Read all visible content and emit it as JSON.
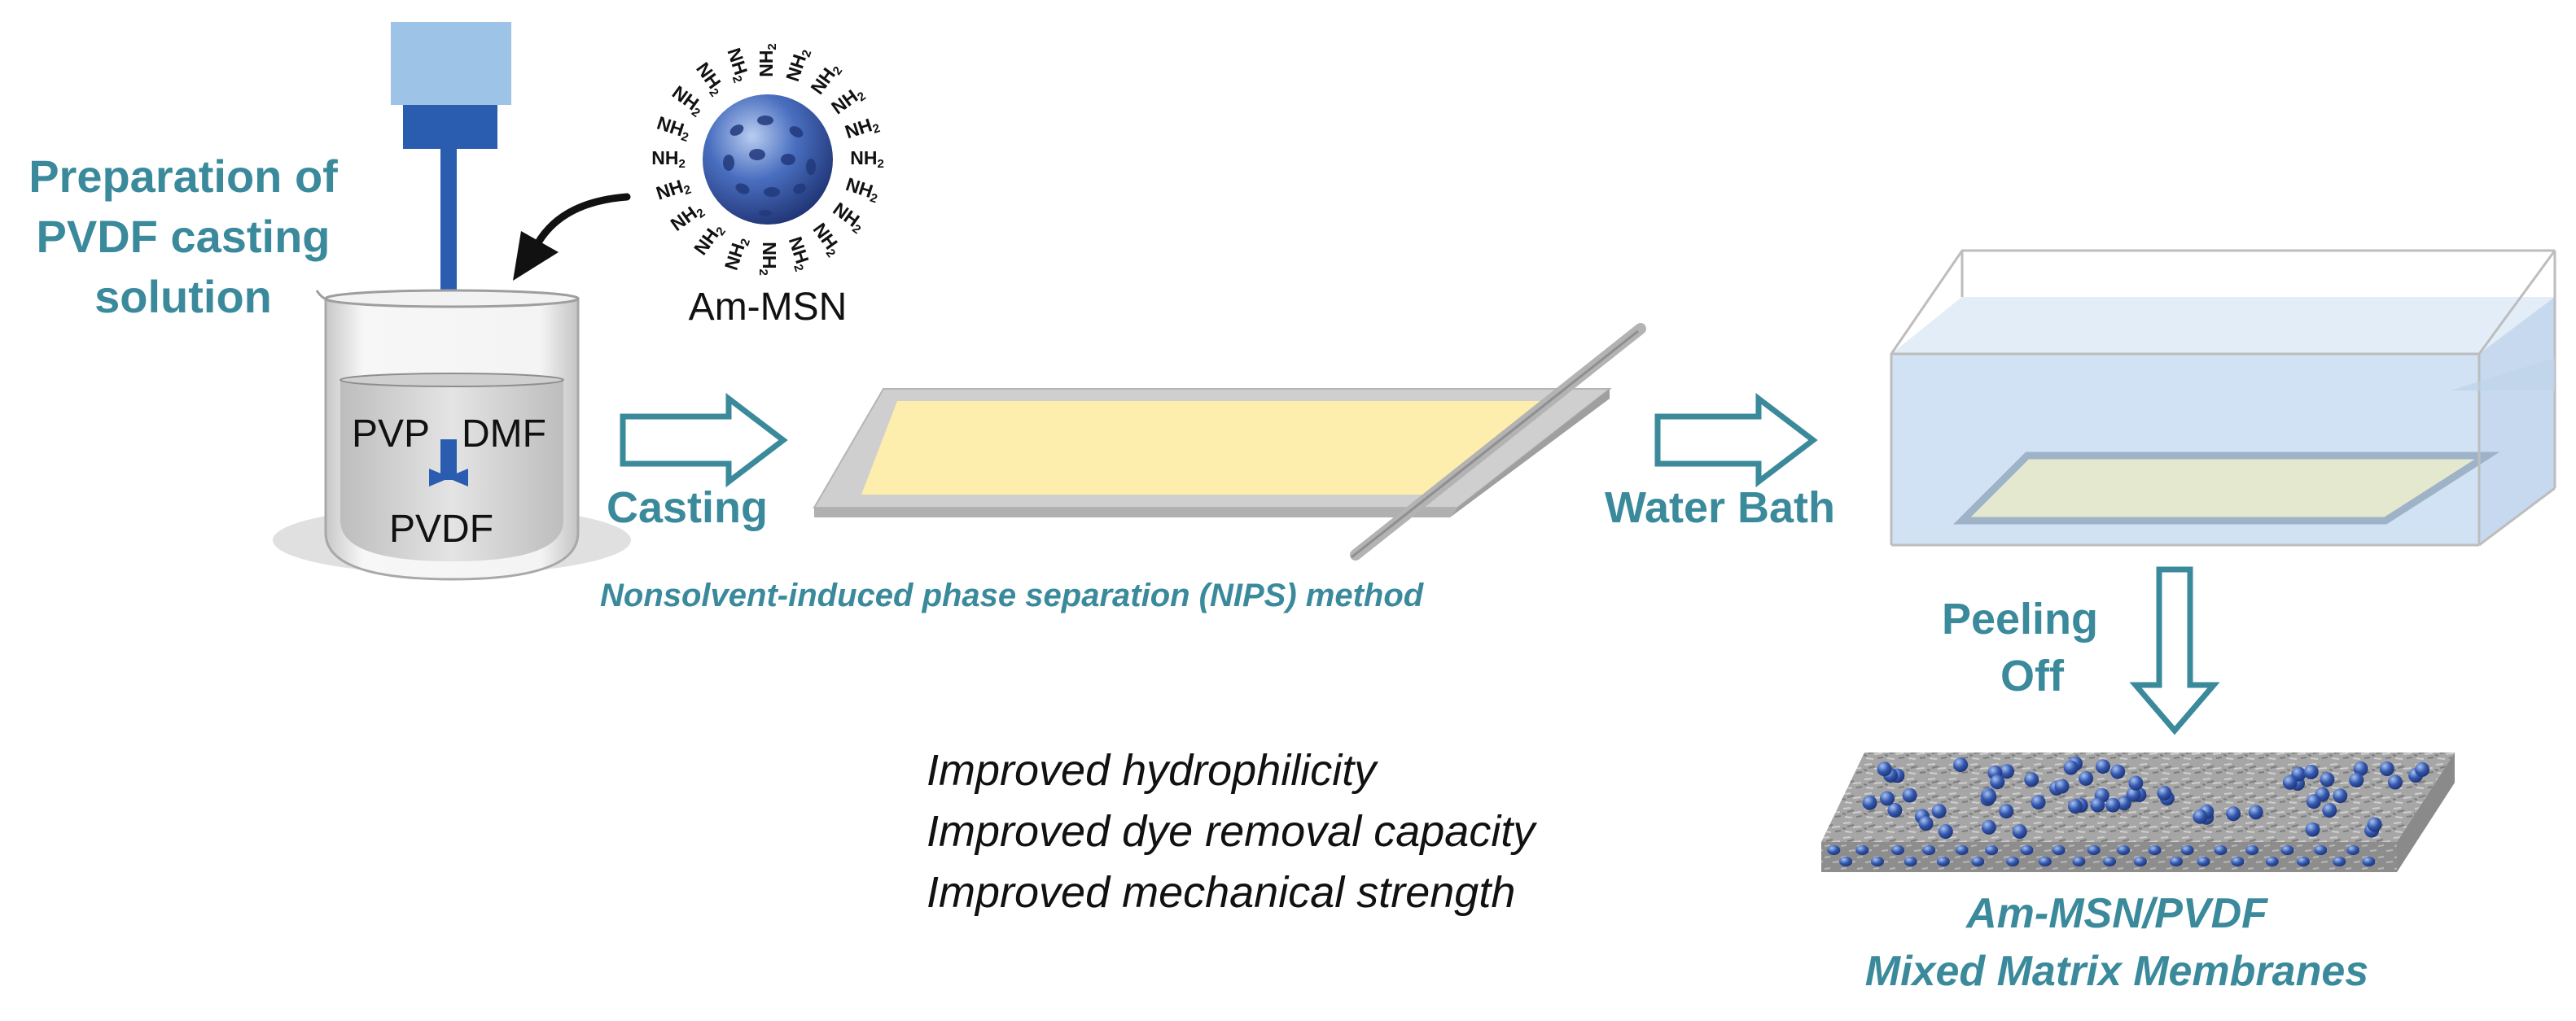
{
  "preparation_title": [
    "Preparation of",
    "PVDF casting",
    "solution"
  ],
  "nanoparticle": {
    "label": "Am-MSN",
    "group_label": "NH",
    "group_subscript": "2",
    "group_count": 20
  },
  "beaker": {
    "solvent_labels": [
      "PVP",
      "DMF"
    ],
    "polymer_label": "PVDF"
  },
  "steps": {
    "casting": "Casting",
    "method": "Nonsolvent-induced phase separation (NIPS) method",
    "water_bath": "Water Bath",
    "peeling": [
      "Peeling",
      "Off"
    ]
  },
  "benefits": [
    "Improved hydrophilicity",
    "Improved dye removal capacity",
    "Improved mechanical strength"
  ],
  "product": [
    "Am-MSN/PVDF",
    "Mixed Matrix Membranes"
  ],
  "colors": {
    "accent_teal": "#3a8a9c",
    "stirrer_blue": "#2a5db0",
    "motor_light": "#9dc3e6",
    "film_yellow": "#fdeeae",
    "bath_water": "#d4e3f4",
    "membrane_gray": "#9a9a9a",
    "particle_blue": "#2f4f9f"
  },
  "icons": [
    "curved-arrow-icon",
    "right-outline-arrow-icon",
    "down-outline-arrow-icon"
  ]
}
